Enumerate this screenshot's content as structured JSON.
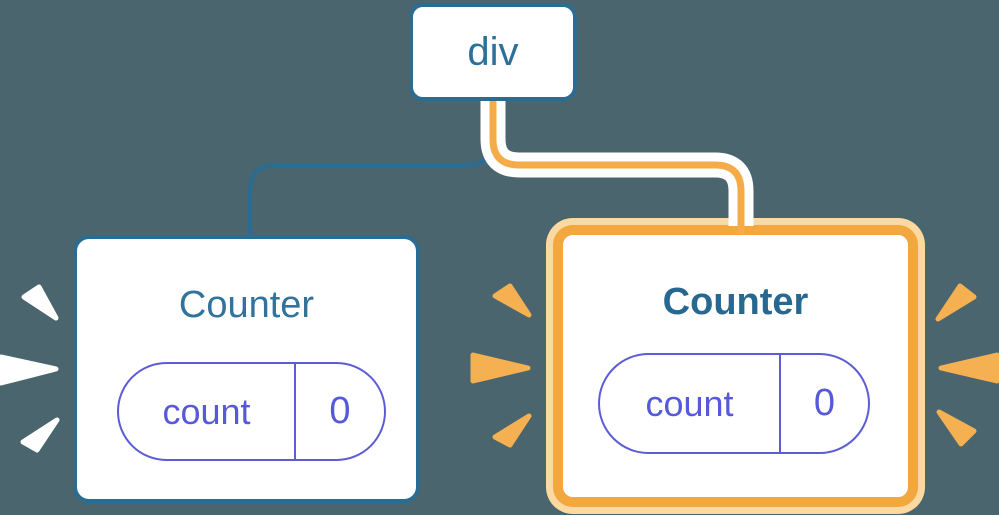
{
  "diagram": {
    "description": "React render tree: a div root with two Counter children; the second Counter and its edge are highlighted in orange",
    "root_node": {
      "label": "div"
    },
    "children": [
      {
        "title": "Counter",
        "state": {
          "key": "count",
          "value": "0"
        },
        "highlighted": false
      },
      {
        "title": "Counter",
        "state": {
          "key": "count",
          "value": "0"
        },
        "highlighted": true
      }
    ],
    "edges": [
      {
        "from": "div",
        "to": "counter-left",
        "highlighted": false
      },
      {
        "from": "div",
        "to": "counter-right",
        "highlighted": true
      }
    ],
    "colors": {
      "background": "#4a656e",
      "node_blue": "#2b6c92",
      "title_blue": "#31739c",
      "state_indigo": "#5c5cd6",
      "highlight_orange": "#f2a73f",
      "highlight_orange_light": "#fbd9a1",
      "burst_white": "#ffffff",
      "burst_orange": "#f5b052"
    }
  }
}
